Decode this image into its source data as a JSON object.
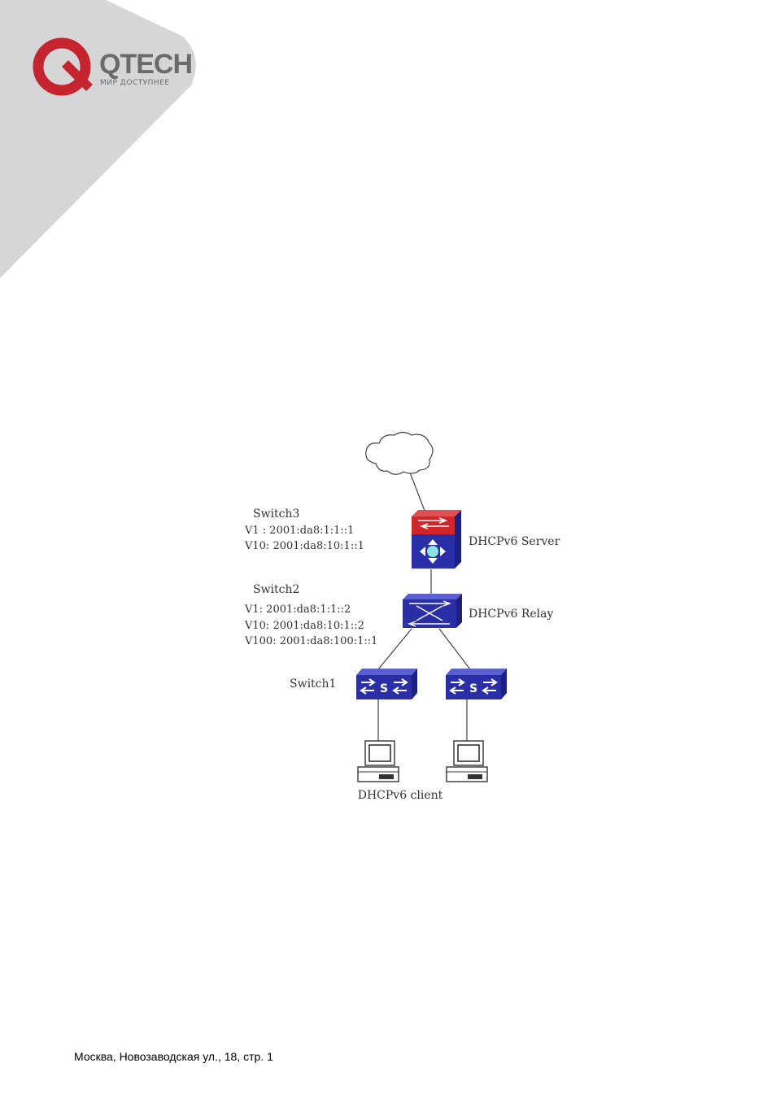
{
  "header": {
    "logo_text": "QTECH",
    "logo_tagline": "МИР ДОСТУПНЕЕ",
    "brand_color": "#c4252e",
    "corner_color": "#d6d6d8"
  },
  "diagram": {
    "cloud": {
      "icon": "cloud-icon"
    },
    "switch3": {
      "name": "Switch3",
      "v1": "V1 : 2001:da8:1:1::1",
      "v10": "V10: 2001:da8:10:1::1",
      "role": "DHCPv6 Server",
      "icon": "layer3-switch-icon"
    },
    "switch2": {
      "name": "Switch2",
      "v1": "V1: 2001:da8:1:1::2",
      "v10": "V10: 2001:da8:10:1::2",
      "v100": "V100: 2001:da8:100:1::1",
      "role": "DHCPv6 Relay",
      "icon": "switch-icon"
    },
    "switch1": {
      "name": "Switch1",
      "icon": "access-switch-icon"
    },
    "client": {
      "label": "DHCPv6 client",
      "icon": "computer-icon"
    },
    "colors": {
      "device_blue": "#2a2fa8",
      "device_red": "#d0262b",
      "line": "#444444"
    }
  },
  "footer": {
    "address": "Москва, Новозаводская ул., 18, стр. 1"
  }
}
